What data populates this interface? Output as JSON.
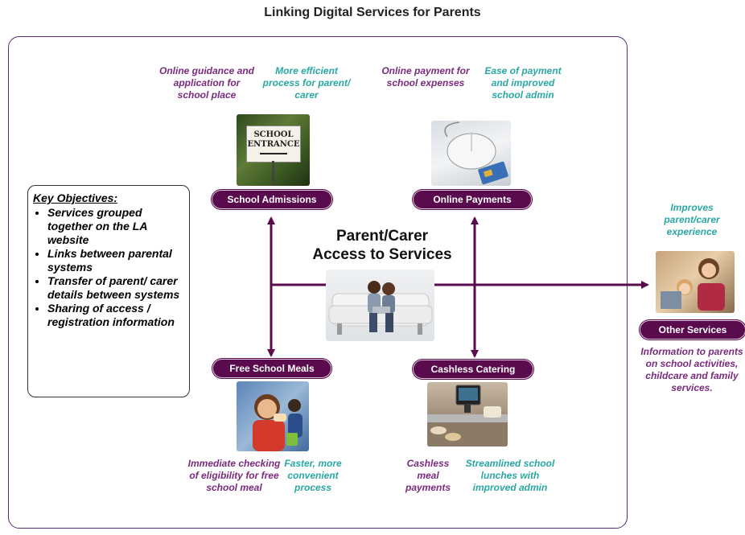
{
  "title": "Linking Digital Services for Parents",
  "center": {
    "line1": "Parent/Carer",
    "line2": "Access to  Services"
  },
  "key_objectives": {
    "heading": "Key Objectives:",
    "items": [
      "Services grouped together on the LA website",
      "Links between parental systems",
      "Transfer of parent/ carer details between systems",
      "Sharing of access / registration information"
    ]
  },
  "services": {
    "admissions": {
      "label": "School Admissions",
      "note_purple": "Online guidance and application for school place",
      "note_teal": "More efficient process for parent/ carer",
      "sign_text": "SCHOOL ENTRANCE"
    },
    "payments": {
      "label": "Online Payments",
      "note_purple": "Online payment for school expenses",
      "note_teal": "Ease of payment and improved school  admin"
    },
    "meals": {
      "label": "Free School Meals",
      "note_purple": "Immediate checking of eligibility for free school meal",
      "note_teal": "Faster, more convenient process"
    },
    "catering": {
      "label": "Cashless Catering",
      "note_purple": "Cashless meal payments",
      "note_teal": "Streamlined school lunches with improved admin"
    },
    "other": {
      "label": "Other Services",
      "note_teal": "Improves parent/carer experience",
      "note_purple": "Information to parents on school activities, childcare and family services."
    }
  },
  "colors": {
    "purple": "#5a0b4d",
    "note_purple": "#7a2a7e",
    "teal": "#2aa7a2",
    "frame": "#5b2a6e"
  }
}
